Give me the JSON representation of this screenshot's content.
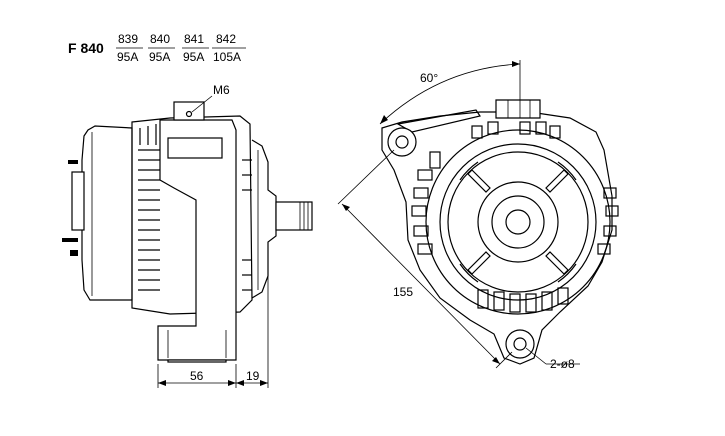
{
  "header": {
    "model": "F 840",
    "variants": [
      {
        "code": "839",
        "current": "95A"
      },
      {
        "code": "840",
        "current": "95A"
      },
      {
        "code": "841",
        "current": "95A"
      },
      {
        "code": "842",
        "current": "105A"
      }
    ]
  },
  "labels": {
    "thread": "M6",
    "angle": "60°",
    "width_main": "56",
    "width_shaft": "19",
    "mount_distance": "155",
    "holes": "2-ø8"
  }
}
